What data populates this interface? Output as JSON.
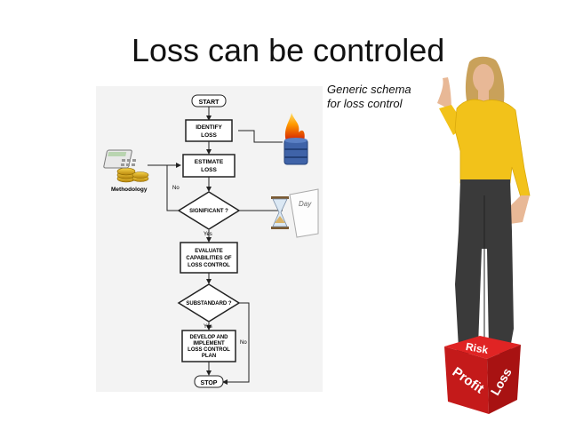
{
  "slide": {
    "title": "Loss can be controled",
    "caption_line1": "Generic schema",
    "caption_line2": "for loss control"
  },
  "flowchart": {
    "start": "START",
    "identify": [
      "IDENTIFY",
      "LOSS"
    ],
    "estimate": [
      "ESTIMATE",
      "LOSS"
    ],
    "significant": "SIGNIFICANT ?",
    "evaluate": [
      "EVALUATE",
      "CAPABILITIES OF",
      "LOSS CONTROL"
    ],
    "substandard": "SUBSTANDARD ?",
    "develop": [
      "DEVELOP AND",
      "IMPLEMENT",
      "LOSS CONTROL",
      "PLAN"
    ],
    "stop": "STOP",
    "yes1": "Yes",
    "yes2": "Yes",
    "no1": "No",
    "no2": "No",
    "methodology": "Methodology",
    "paper": "Day"
  },
  "die": {
    "face_top": "Risk",
    "face_left": "Profit",
    "face_right": "Loss",
    "color": "#d42020"
  },
  "colors": {
    "shirt": "#f2c21a",
    "pants": "#3a3a3a",
    "skin": "#e8b896"
  }
}
